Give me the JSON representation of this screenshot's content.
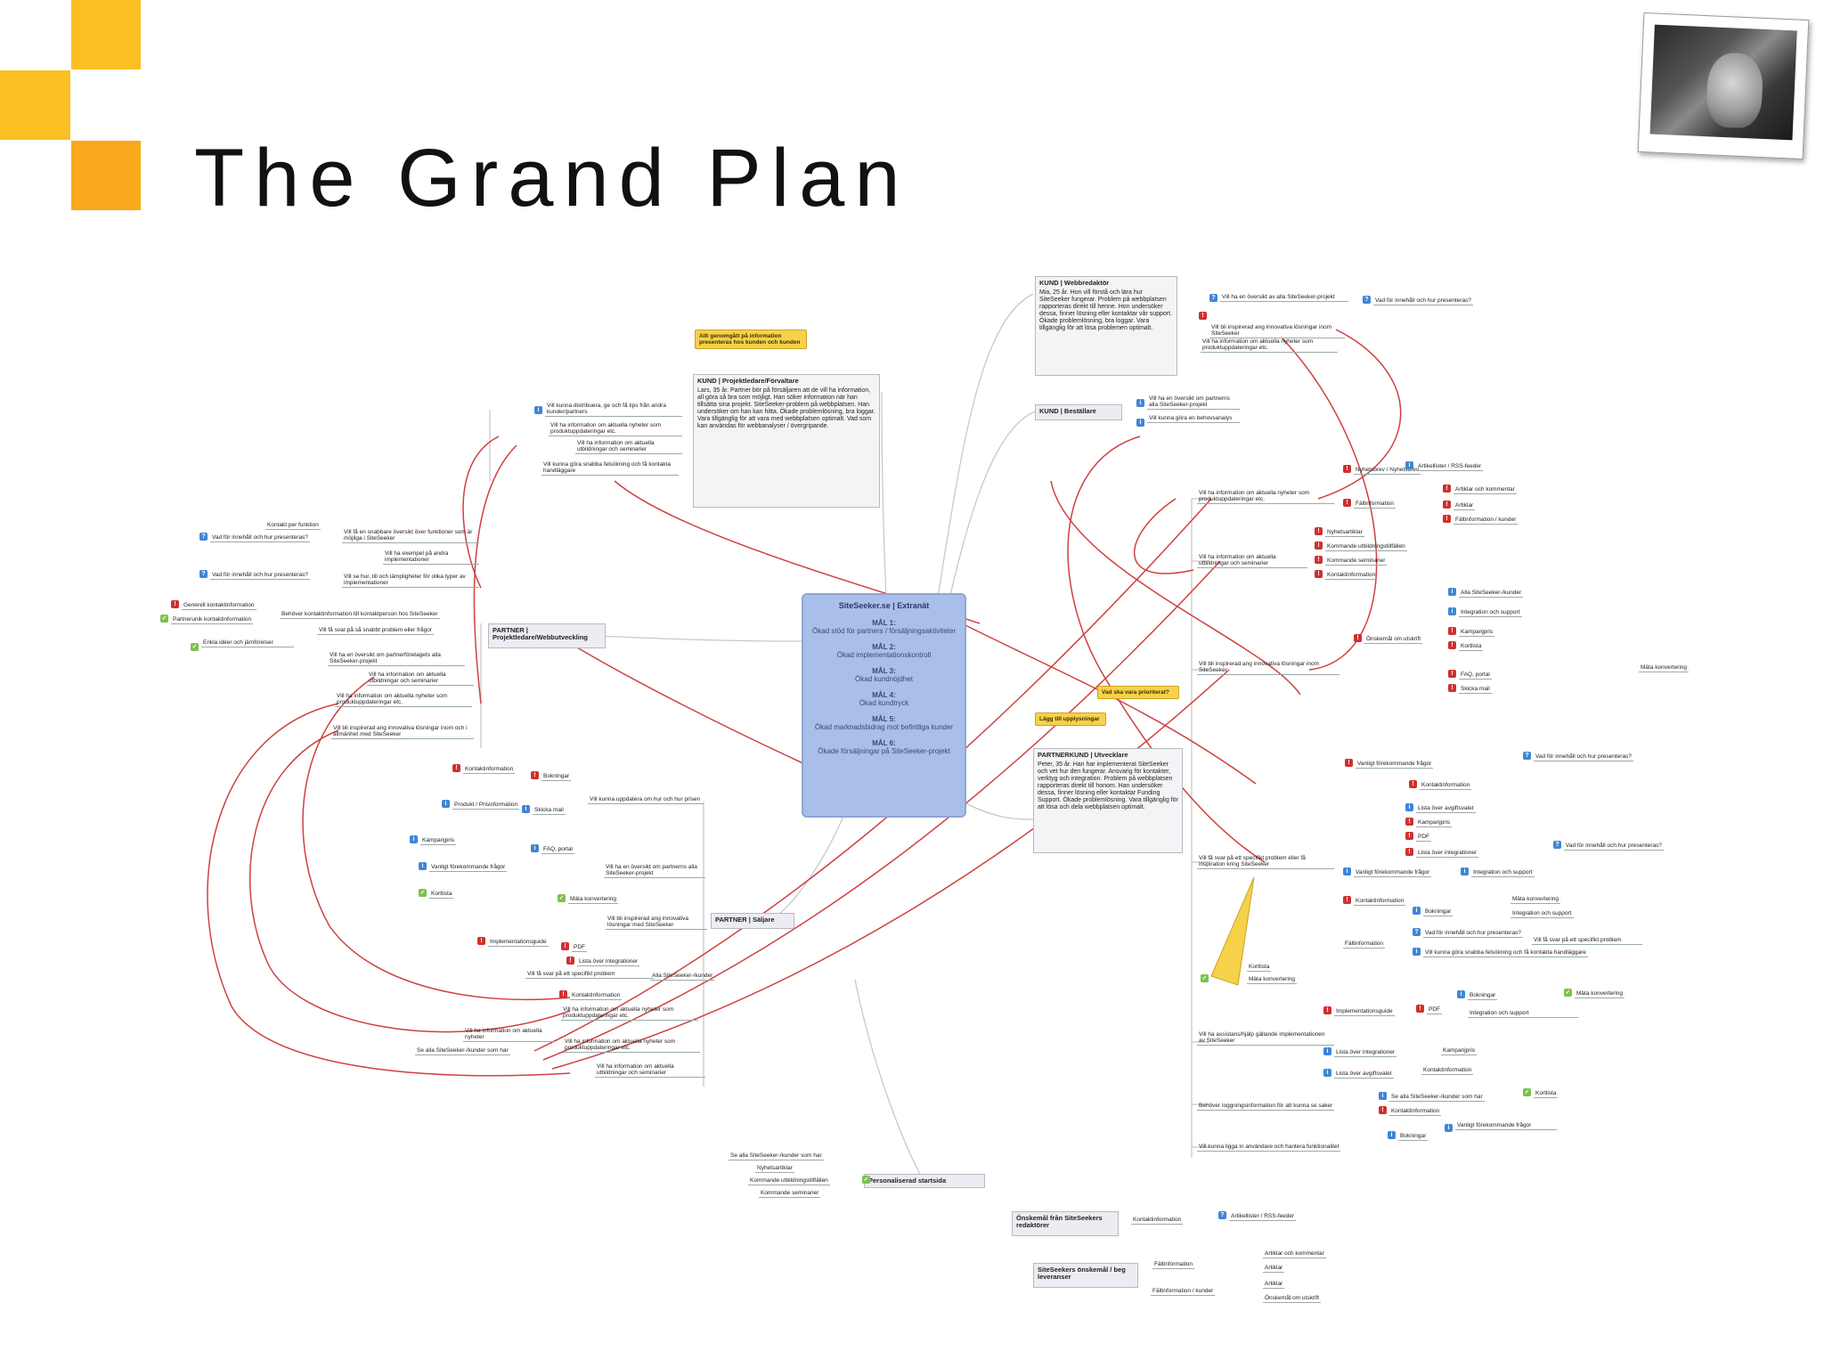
{
  "slide": {
    "title": "The Grand Plan",
    "accent_colors": [
      "#fbbf24",
      "#f8a91c"
    ],
    "photo_icon": "portrait-photo"
  },
  "center": {
    "title": "SiteSeeker.se | Extranät",
    "goals": [
      {
        "label": "MÅL 1:",
        "text": "Ökad stöd för partners / försäljningsaktiviteter"
      },
      {
        "label": "MÅL 2:",
        "text": "Ökad implementationskontroll"
      },
      {
        "label": "MÅL 3:",
        "text": "Ökad kundnöjdhet"
      },
      {
        "label": "MÅL 4:",
        "text": "Ökad kundtryck"
      },
      {
        "label": "MÅL 5:",
        "text": "Ökad marknadsbidrag mot befintliga kunder"
      },
      {
        "label": "MÅL 6:",
        "text": "Ökade försäljningar på SiteSeeker-projekt"
      }
    ]
  },
  "nodes": {
    "kund_proj": {
      "title": "KUND | Projektledare/Förvaltare",
      "body": "Lars, 35 år. Partner bör på försäljaren att de vill ha information, all göra så bra som möjligt. Han söker information när han tillsätta sina projekt. SiteSeeker-problem på webbplatsen. Han undersöker om han kan hitta. Ökade problemlösning, bra loggar. Vara tillgänglig för att vara med webbplatsen optimalt. Vad som kan användas för webbanalyser / övergripande."
    },
    "kund_webb": {
      "title": "KUND | Webbredaktör",
      "body": "Mia, 25 år. Hon vill förstå och lära hur SiteSeeker fungerar. Problem på webbplatsen rapporteras direkt till henne. Hon undersöker dessa, finner lösning eller kontaktar vår support. Ökade problemlösning, bra loggar. Vara tillgänglig för att lösa problemen optimalt."
    },
    "kund_bestallare": {
      "title": "KUND | Beställare"
    },
    "partner_proj": {
      "title": "PARTNER | Projektledare/Webbutveckling"
    },
    "partner_saljare": {
      "title": "PARTNER | Säljare"
    },
    "partnerkund": {
      "title": "PARTNERKUND | Utvecklare",
      "body": "Peter, 35 år. Han har implementerat SiteSeeker och vet hur den fungerar. Ansvarig för kontakter, verktyg och integration. Problem på webbplatsen rapporteras direkt till honom. Han undersöker dessa, finner lösning eller kontaktar Funding Support. Ökade problemlösning. Vara tillgänglig för att lösa och dela webbplatsen optimalt."
    },
    "personal": {
      "title": "Personaliserad startsida"
    },
    "dnd": {
      "title": "Önskemål från SiteSeekers redaktörer"
    },
    "dev": {
      "title": "SiteSeekers önskemål / beg leveranser"
    }
  },
  "callouts": {
    "c1": "Allt genomgått på information presenteras hos kunden och kunden",
    "c2": "Vad ska vara prioriterat?",
    "c3": "Lägg till upplysningar"
  },
  "leaves": {
    "l1": "Vill kunna distribuera, ge och få tips från andra kunder/partners",
    "l2": "Vill ha information om aktuella nyheter som produktuppdateringar etc.",
    "l3": "Vill ha information om aktuella utbildningar och seminarier",
    "l4": "Vill kunna göra snabba felsökning och få kontakta handläggare",
    "l5": "Kontakt per funktion",
    "l6": "Vill få en snabbare översikt över funktioner som är möjliga i SiteSeeker",
    "l7": "Vad för innehåll och hur presenteras?",
    "l8": "Vill ha exempel på andra implementationer",
    "l9": "Vad för innehåll och hur presenteras?",
    "l10": "Vill se hur, till och lämpligheter för olika typer av implementationer",
    "l11": "Generell kontaktinformation",
    "l12": "Partnerunik kontaktinformation",
    "l13": "Behöver kontaktinformation till kontaktperson hos SiteSeeker",
    "l14": "Vill få svar på så snabbt problem eller frågor",
    "l15": "Enkla idéer och jämförelser",
    "l16": "Vill ha en översikt om partnerföretagets alla SiteSeeker-projekt",
    "l17": "Vill ha information om aktuella utbildningar och seminarier",
    "l18": "Vill ha information om aktuella nyheter som produktuppdateringar etc.",
    "l19": "Vill bli inspirerad ang innovativa lösningar inom och i allmänhet med SiteSeeker",
    "l20": "Vill kunna uppdatera om hur och hur prisen",
    "l21": "Vill ha en översikt om partnerns alla SiteSeeker-projekt",
    "l22": "Vill få svar på en specifik problem eller få inspiration kring SiteSeeker",
    "l23": "Vill ha information om aktuella nyheter som produktuppdateringar etc.",
    "l24": "Vill ha information om aktuella utbildningar och seminarier",
    "l25": "Vill bli inspirerad ang innovativa lösningar med SiteSeeker",
    "l26": "Vill få svar på ett specifikt problem eller få inspiration kring SiteSeeker",
    "l27": "Vill ha assistans/hjälp gällande implementationen av SiteSeeker",
    "l28": "Behöver loggningsinformation för att kunna se saker",
    "l29": "Vill kunna ligga in användare och hantera funktionalitet",
    "l30": "Vill ha en översikt av alla SiteSeeker-projekt",
    "l31": "Vill bli inspirerad ang innovativa lösningar inom SiteSeeker",
    "l32": "Vill ha information om aktuella nyheter",
    "l33": "Vill kunna göra en behovsanalys",
    "l34": "Nyhetsbrev / Nyhetsbrev",
    "l35": "Kontaktinformation",
    "l36": "Bokningar",
    "l37": "Produkt / Prisinformation",
    "l38": "Skicka mail",
    "l39": "Kampanjpris",
    "l40": "FAQ, portal",
    "l41": "Vanligt förekommande frågor",
    "l42": "Kontaktinformation",
    "l43": "Kortlista",
    "l44": "Mäta konvertering",
    "l45": "Implementationsguide",
    "l46": "PDF",
    "l47": "Lista över integrationer",
    "l48": "Lista över avgiftsvalet",
    "l49": "Alla SiteSeeker-/kunder",
    "l50": "Integration och support",
    "l51": "Se alla SiteSeeker-/kunder som har",
    "l52": "Nyhetsartiklar",
    "l53": "Kommande utbildningstillfällen",
    "l54": "Kommande seminarier",
    "l55": "Kontaktinformation",
    "l56": "Artikellister / RSS-feeder",
    "l57": "Fältinformation",
    "l58": "Fältinformation / kunder",
    "l59": "Artiklar och kommentar",
    "l60": "Artiklar",
    "l61": "Önskemål om utskrift",
    "l62": "Vill få svar på ett specifikt problem"
  }
}
